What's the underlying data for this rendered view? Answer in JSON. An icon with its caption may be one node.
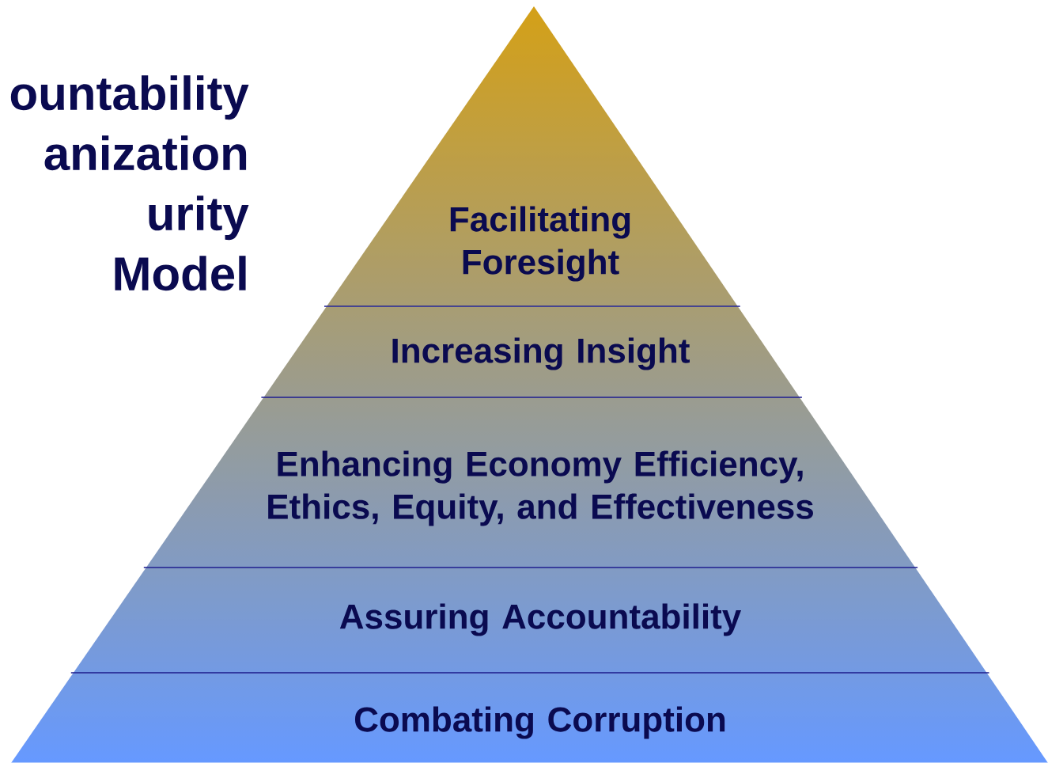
{
  "diagram": {
    "title": "ountability anization urity Model",
    "nodes": [
      {
        "text": [
          "Facilitating Foresight"
        ]
      },
      {
        "text": [
          "Increasing Insight"
        ]
      },
      {
        "text": [
          "Enhancing Economy Efficiency, Ethics, Equity, and Effectiveness"
        ]
      },
      {
        "text": [
          "Assuring Accountability"
        ]
      },
      {
        "text": [
          "Combating Corruption"
        ]
      }
    ]
  }
}
